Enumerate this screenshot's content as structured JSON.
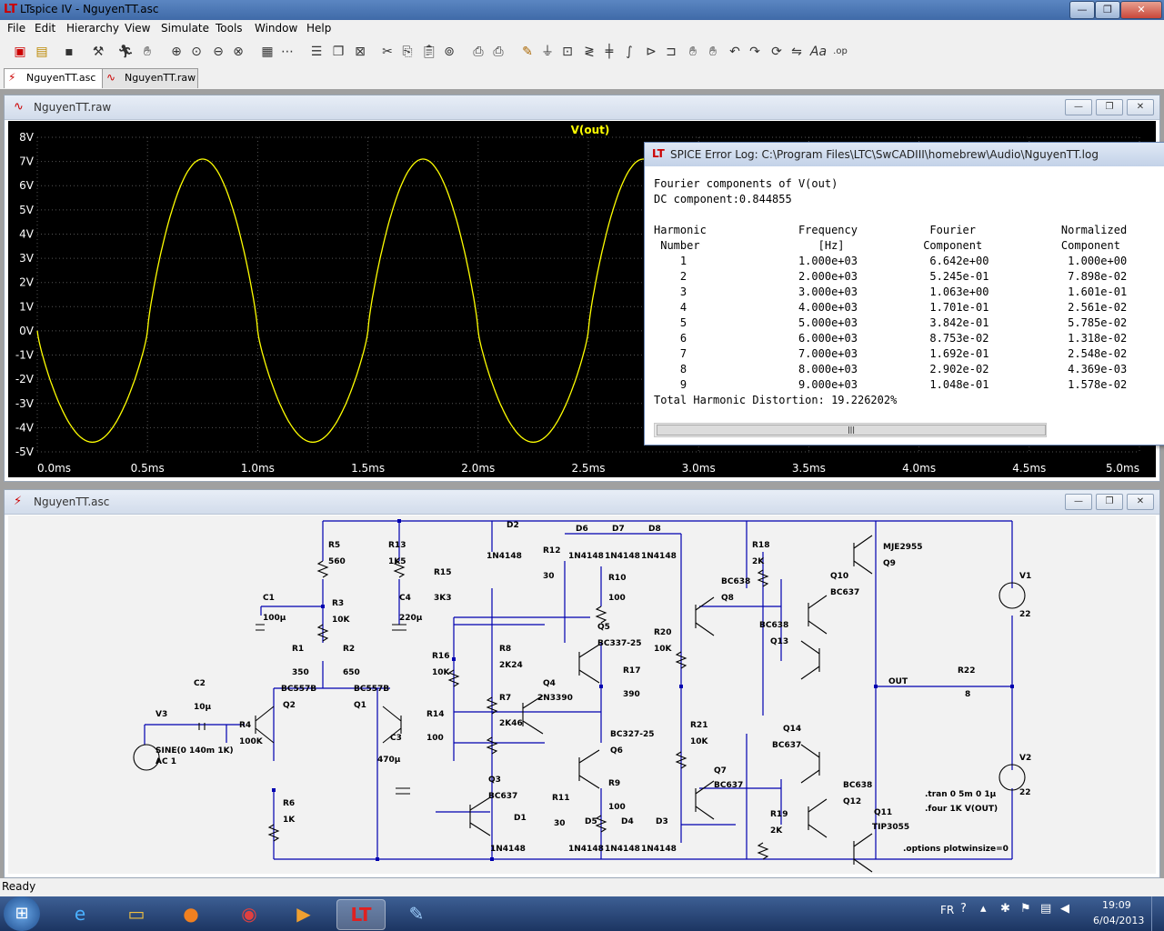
{
  "window": {
    "title": "LTspice IV - NguyenTT.asc"
  },
  "menu": [
    "File",
    "Edit",
    "Hierarchy",
    "View",
    "Simulate",
    "Tools",
    "Window",
    "Help"
  ],
  "tabs": [
    {
      "label": "NguyenTT.asc"
    },
    {
      "label": "NguyenTT.raw"
    }
  ],
  "waveform_window": {
    "title": "NguyenTT.raw",
    "trace_label": "V(out)"
  },
  "chart_data": {
    "type": "line",
    "title": "V(out)",
    "yticks": [
      "8V",
      "7V",
      "6V",
      "5V",
      "4V",
      "3V",
      "2V",
      "1V",
      "0V",
      "-1V",
      "-2V",
      "-3V",
      "-4V",
      "-5V"
    ],
    "xticks": [
      "0.0ms",
      "0.5ms",
      "1.0ms",
      "1.5ms",
      "2.0ms",
      "2.5ms",
      "3.0ms",
      "3.5ms",
      "4.0ms",
      "4.5ms",
      "5.0ms"
    ],
    "xlim": [
      0,
      5
    ],
    "ylim": [
      -5,
      8
    ],
    "series": [
      {
        "frequency_khz": 1,
        "max_v": 7.1,
        "min_v": -4.6,
        "color": "#ffff00"
      }
    ]
  },
  "error_log": {
    "title": "SPICE Error Log: C:\\Program Files\\LTC\\SwCADIII\\homebrew\\Audio\\NguyenTT.log",
    "line1": "Fourier components of V(out)",
    "line2": "DC component:0.844855",
    "header1": "Harmonic              Frequency           Fourier             Normalized",
    "header2": " Number                  [Hz]            Component            Component",
    "rows": [
      "    1                 1.000e+03           6.642e+00            1.000e+00",
      "    2                 2.000e+03           5.245e-01            7.898e-02",
      "    3                 3.000e+03           1.063e+00            1.601e-01",
      "    4                 4.000e+03           1.701e-01            2.561e-02",
      "    5                 5.000e+03           3.842e-01            5.785e-02",
      "    6                 6.000e+03           8.753e-02            1.318e-02",
      "    7                 7.000e+03           1.692e-01            2.548e-02",
      "    8                 8.000e+03           2.902e-02            4.369e-03",
      "    9                 9.000e+03           1.048e-01            1.578e-02"
    ],
    "total": "Total Harmonic Distortion: 19.226202%"
  },
  "schematic_window": {
    "title": "NguyenTT.asc"
  },
  "schematic_labels": [
    "R5",
    "560",
    "R13",
    "1K5",
    "D2",
    "1N4148",
    "R12",
    "30",
    "D6",
    "D7",
    "D8",
    "1N4148",
    "1N4148",
    "1N4148",
    "R18",
    "2K",
    "MJE2955",
    "Q9",
    "C1",
    "100μ",
    "R3",
    "10K",
    "C4",
    "220μ",
    "R15",
    "3K3",
    "R10",
    "100",
    "BC638",
    "Q8",
    "Q10",
    "BC637",
    "V1",
    "22",
    "Q5",
    "BC337-25",
    "R20",
    "10K",
    "BC638",
    "Q13",
    "R1",
    "350",
    "R2",
    "650",
    "R8",
    "2K24",
    "R16",
    "10K",
    "C2",
    "10μ",
    "BC557B",
    "BC557B",
    "Q2",
    "Q1",
    "Q4",
    "2N3390",
    "R17",
    "390",
    "OUT",
    "R22",
    "8",
    "V3",
    "R4",
    "100K",
    "R7",
    "2K46",
    "R14",
    "100",
    "C3",
    "470μ",
    "BC327-25",
    "Q6",
    "R21",
    "10K",
    "Q14",
    "BC637",
    "SINE(0 140m 1K)",
    "AC 1",
    "Q3",
    "BC637",
    "R9",
    "100",
    "Q7",
    "BC637",
    "BC638",
    "Q12",
    "V2",
    "22",
    "R6",
    "1K",
    "R11",
    "30",
    "D1",
    "D5",
    "D4",
    "D3",
    "R19",
    "2K",
    "Q11",
    "TIP3055",
    "1N4148",
    "1N4148",
    "1N4148",
    "1N4148",
    ".tran 0 5m 0 1μ",
    ".four 1K V(OUT)",
    ".options plotwinsize=0"
  ],
  "status": {
    "text": "Ready"
  },
  "taskbar": {
    "lang": "FR",
    "time": "19:09",
    "date": "6/04/2013"
  }
}
